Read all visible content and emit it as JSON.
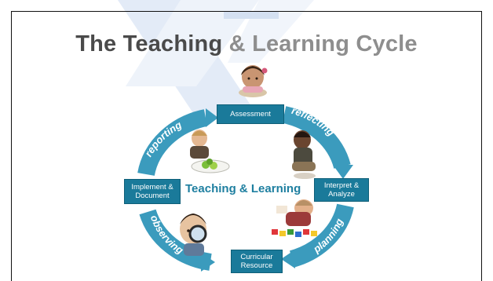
{
  "slide": {
    "title_part1": "The Teaching",
    "title_amp": " & ",
    "title_part2": "Learning Cycle"
  },
  "cycle": {
    "center": "Teaching & Learning",
    "stages": {
      "assessment": "Assessment",
      "interpret": "Interpret & Analyze",
      "curricular": "Curricular Resource",
      "implement": "Implement & Document"
    },
    "arrows": {
      "reflecting": "reflecting",
      "planning": "planning",
      "observing": "observing",
      "reporting": "reporting"
    }
  },
  "colors": {
    "arrow": "#3b9bbd",
    "box": "#1a7a9a",
    "title_dark": "#4a4a4a",
    "title_light": "#8e8e8e",
    "watermark": "#c8d6ee"
  }
}
